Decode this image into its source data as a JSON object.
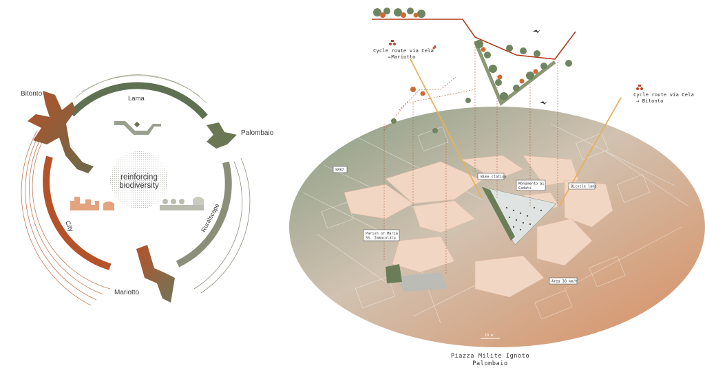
{
  "left_diagram": {
    "center_label_line1": "reinforcing",
    "center_label_line2": "biodiversity",
    "nodes": {
      "bitonto": "Bitonto",
      "palombaio": "Palombaio",
      "mariotto": "Mariotto"
    },
    "arcs": {
      "lama": "Lama",
      "city": "City",
      "rurlscape": "Ruralscape"
    },
    "colors": {
      "green": "#5f7152",
      "rust": "#b4522a",
      "tan": "#c88a5a",
      "grey_green": "#8b8f7a"
    }
  },
  "right_plan": {
    "cycle_left_line1": "Cycle route via Cela",
    "cycle_left_line2": "←Mariotto",
    "cycle_right_line1": "Cycle route via Cela",
    "cycle_right_line2": "→ Bitonto",
    "tags": {
      "bike_station": "Bike station",
      "monumento_line1": "Monumento ai",
      "monumento_line2": "Caduti",
      "bicycle_lane": "Bicycle lane",
      "parish_line1": "Parish of Maria",
      "parish_line2": "SS. Immacolata",
      "area30": "Area 30 km/h",
      "sp87": "SP87",
      "scale": "10 m"
    },
    "caption_line1": "Piazza Milite Ignoto",
    "caption_line2": "Palombaio"
  }
}
